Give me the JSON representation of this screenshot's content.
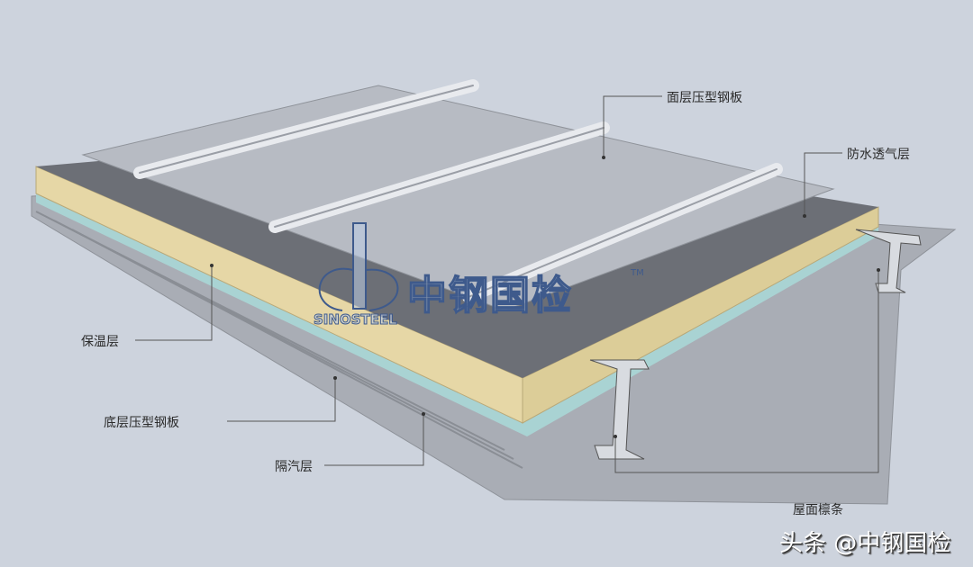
{
  "labels": {
    "top_panel": "面层压型钢板",
    "waterproof": "防水透气层",
    "insulation": "保温层",
    "bottom_panel": "底层压型钢板",
    "vapor_barrier": "隔汽层",
    "purlin": "屋面檩条"
  },
  "logo": {
    "cn": "中钢国检",
    "en": "SINOSTEEL",
    "tm": "TM"
  },
  "watermark": "头条 @中钢国检",
  "colors": {
    "background": "#cdd3dd",
    "insulation": "#e6d7a6",
    "membrane": "#6c6f76",
    "panel": "#b7bbc3",
    "vapor": "#a9d3d3"
  }
}
